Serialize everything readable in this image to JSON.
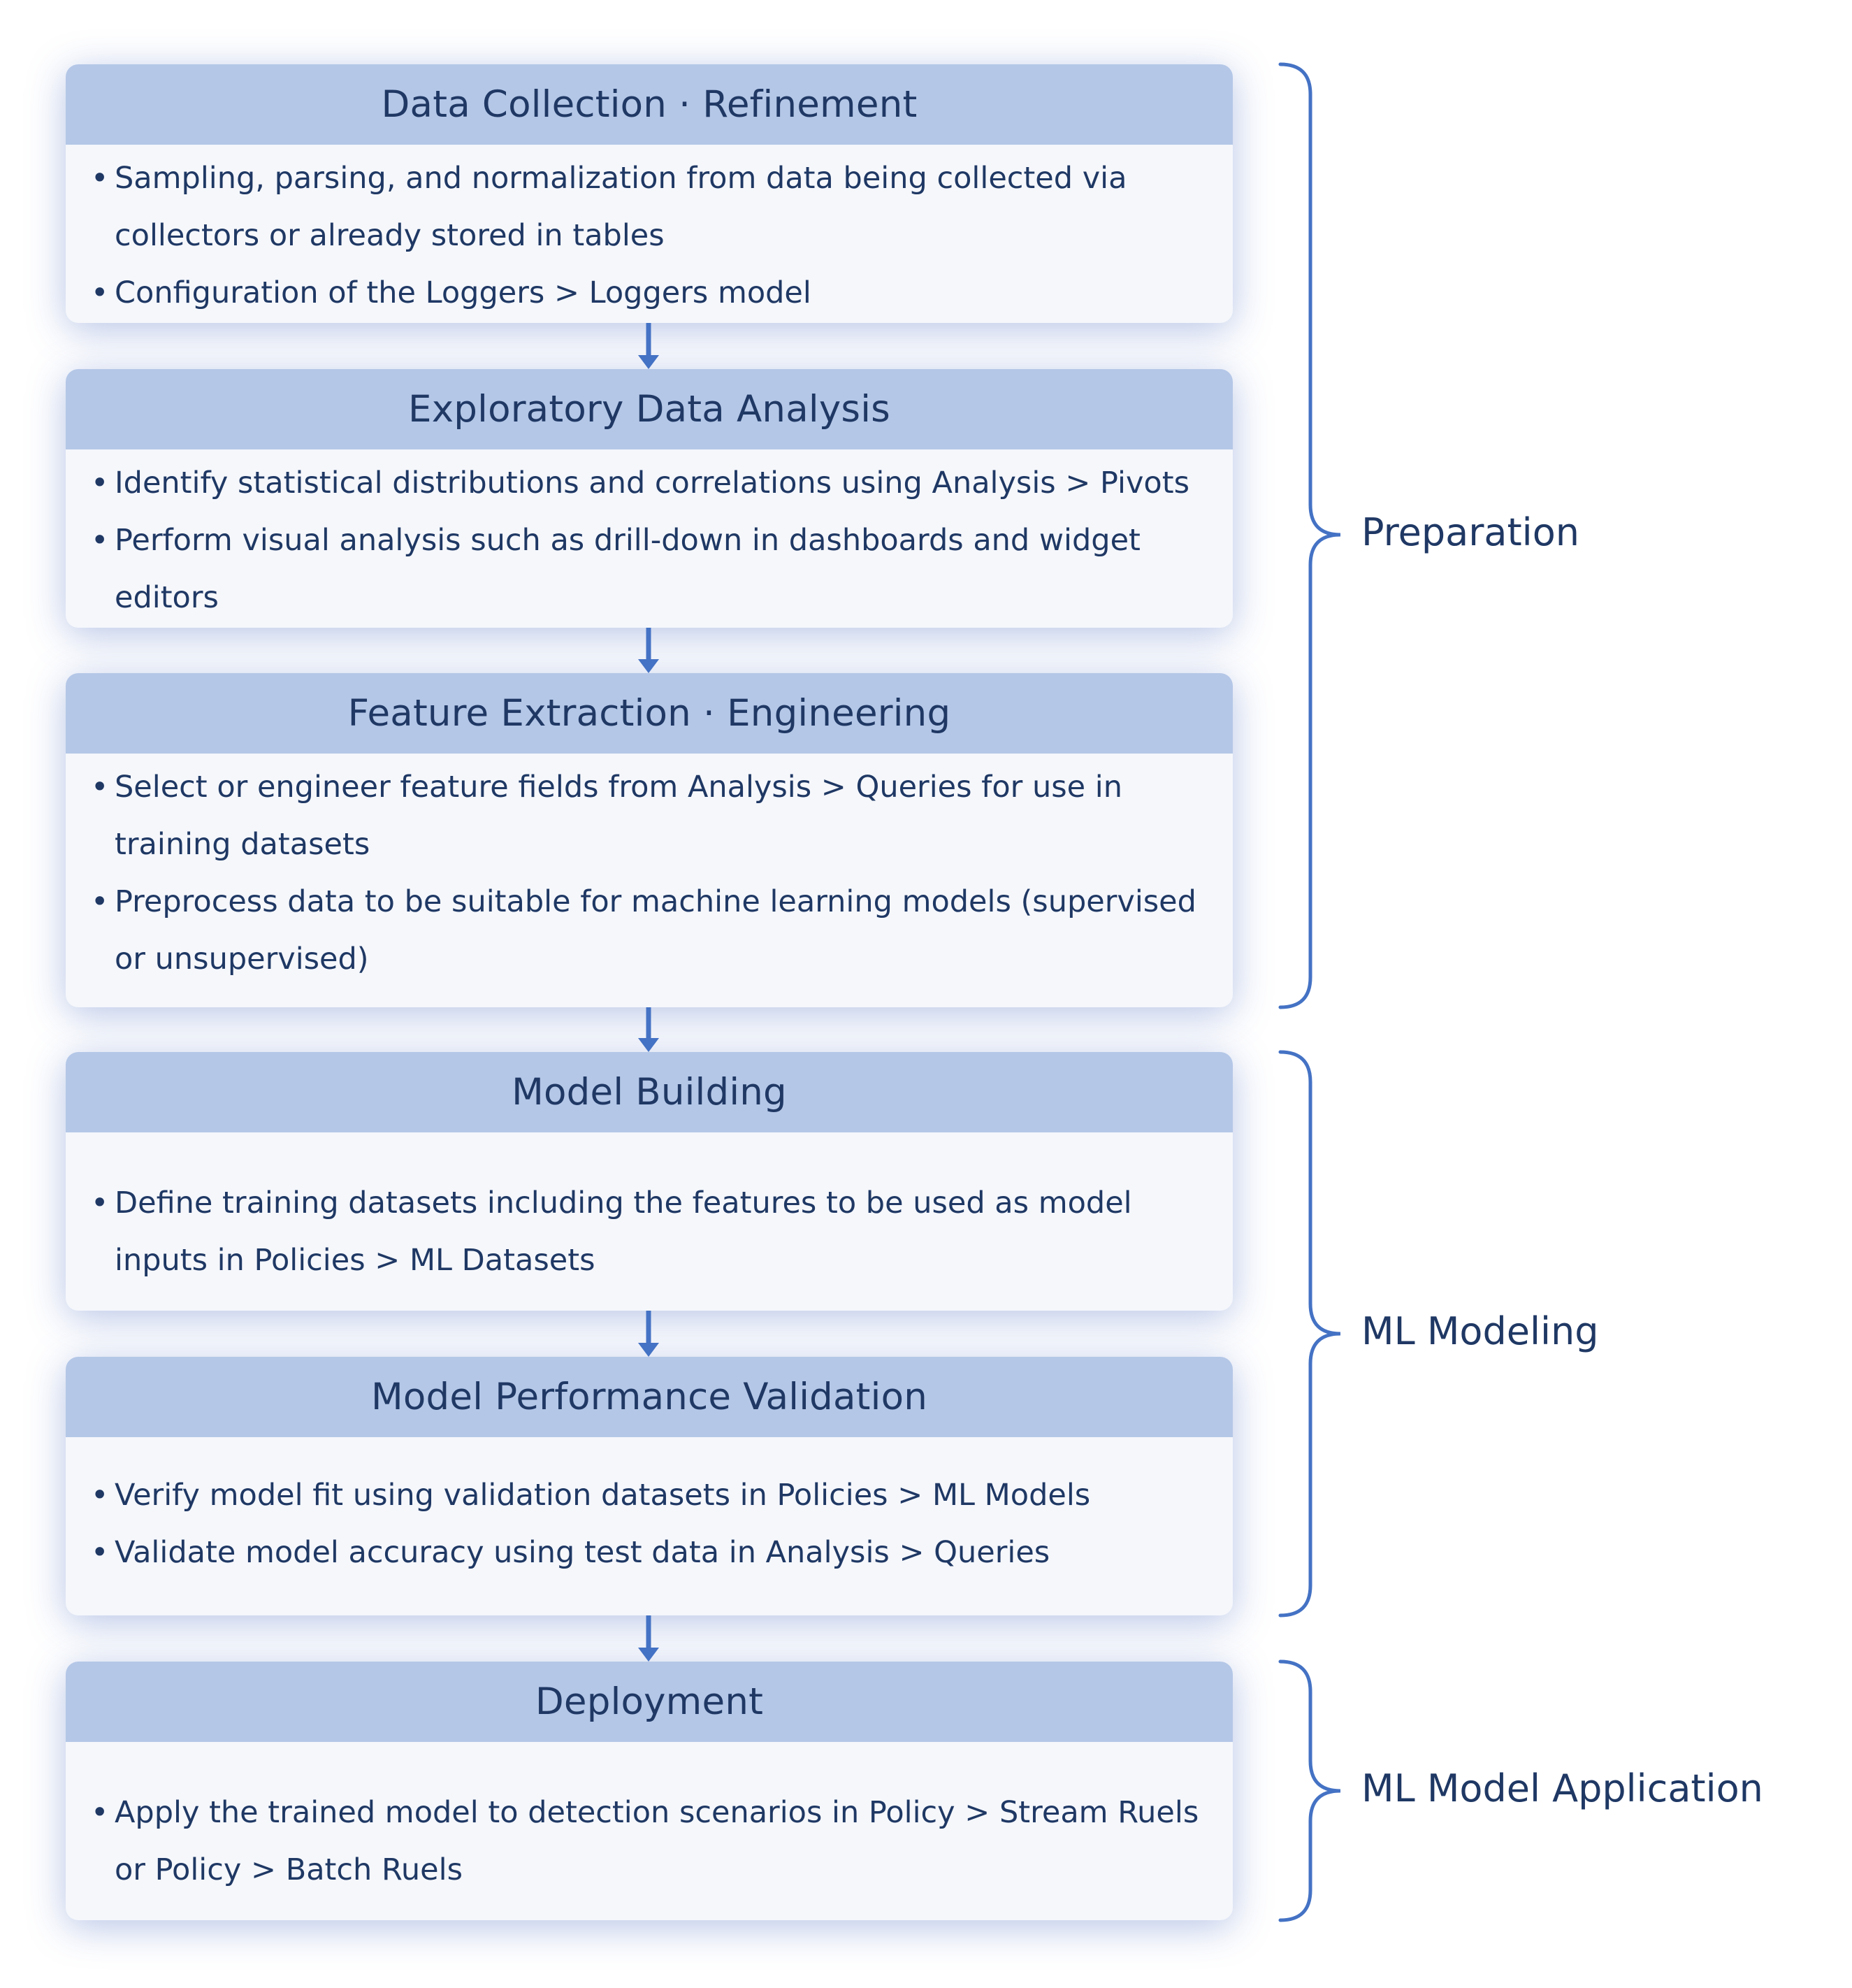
{
  "steps": [
    {
      "title": "Data Collection · Refinement",
      "bullets": [
        "Sampling, parsing, and normalization from data being collected via collectors or already stored in tables",
        "Configuration of the Loggers > Loggers model"
      ]
    },
    {
      "title": "Exploratory Data Analysis",
      "bullets": [
        "Identify statistical distributions and correlations using Analysis > Pivots",
        "Perform visual analysis such as drill-down in dashboards and widget editors"
      ]
    },
    {
      "title": "Feature Extraction · Engineering",
      "bullets": [
        "Select or engineer feature fields from Analysis > Queries for use in training datasets",
        "Preprocess data to be suitable for machine learning models (supervised or unsupervised)"
      ]
    },
    {
      "title": "Model Building",
      "bullets": [
        "Define training datasets including the features to be used as model inputs in Policies > ML Datasets"
      ]
    },
    {
      "title": "Model Performance Validation",
      "bullets": [
        "Verify model fit using validation datasets in Policies > ML Models",
        "Validate model accuracy using test data in Analysis > Queries"
      ]
    },
    {
      "title": "Deployment",
      "bullets": [
        "Apply the trained model to detection scenarios in Policy > Stream Ruels or Policy > Batch Ruels"
      ]
    }
  ],
  "phases": {
    "preparation": "Preparation",
    "ml_modeling": "ML Modeling",
    "ml_model_application": "ML Model Application"
  },
  "colors": {
    "header_fill": "#b4c7e7",
    "body_fill": "#f5f7fb",
    "text": "#1f3864",
    "accent": "#4472c4"
  },
  "bullet_glyph": "•"
}
